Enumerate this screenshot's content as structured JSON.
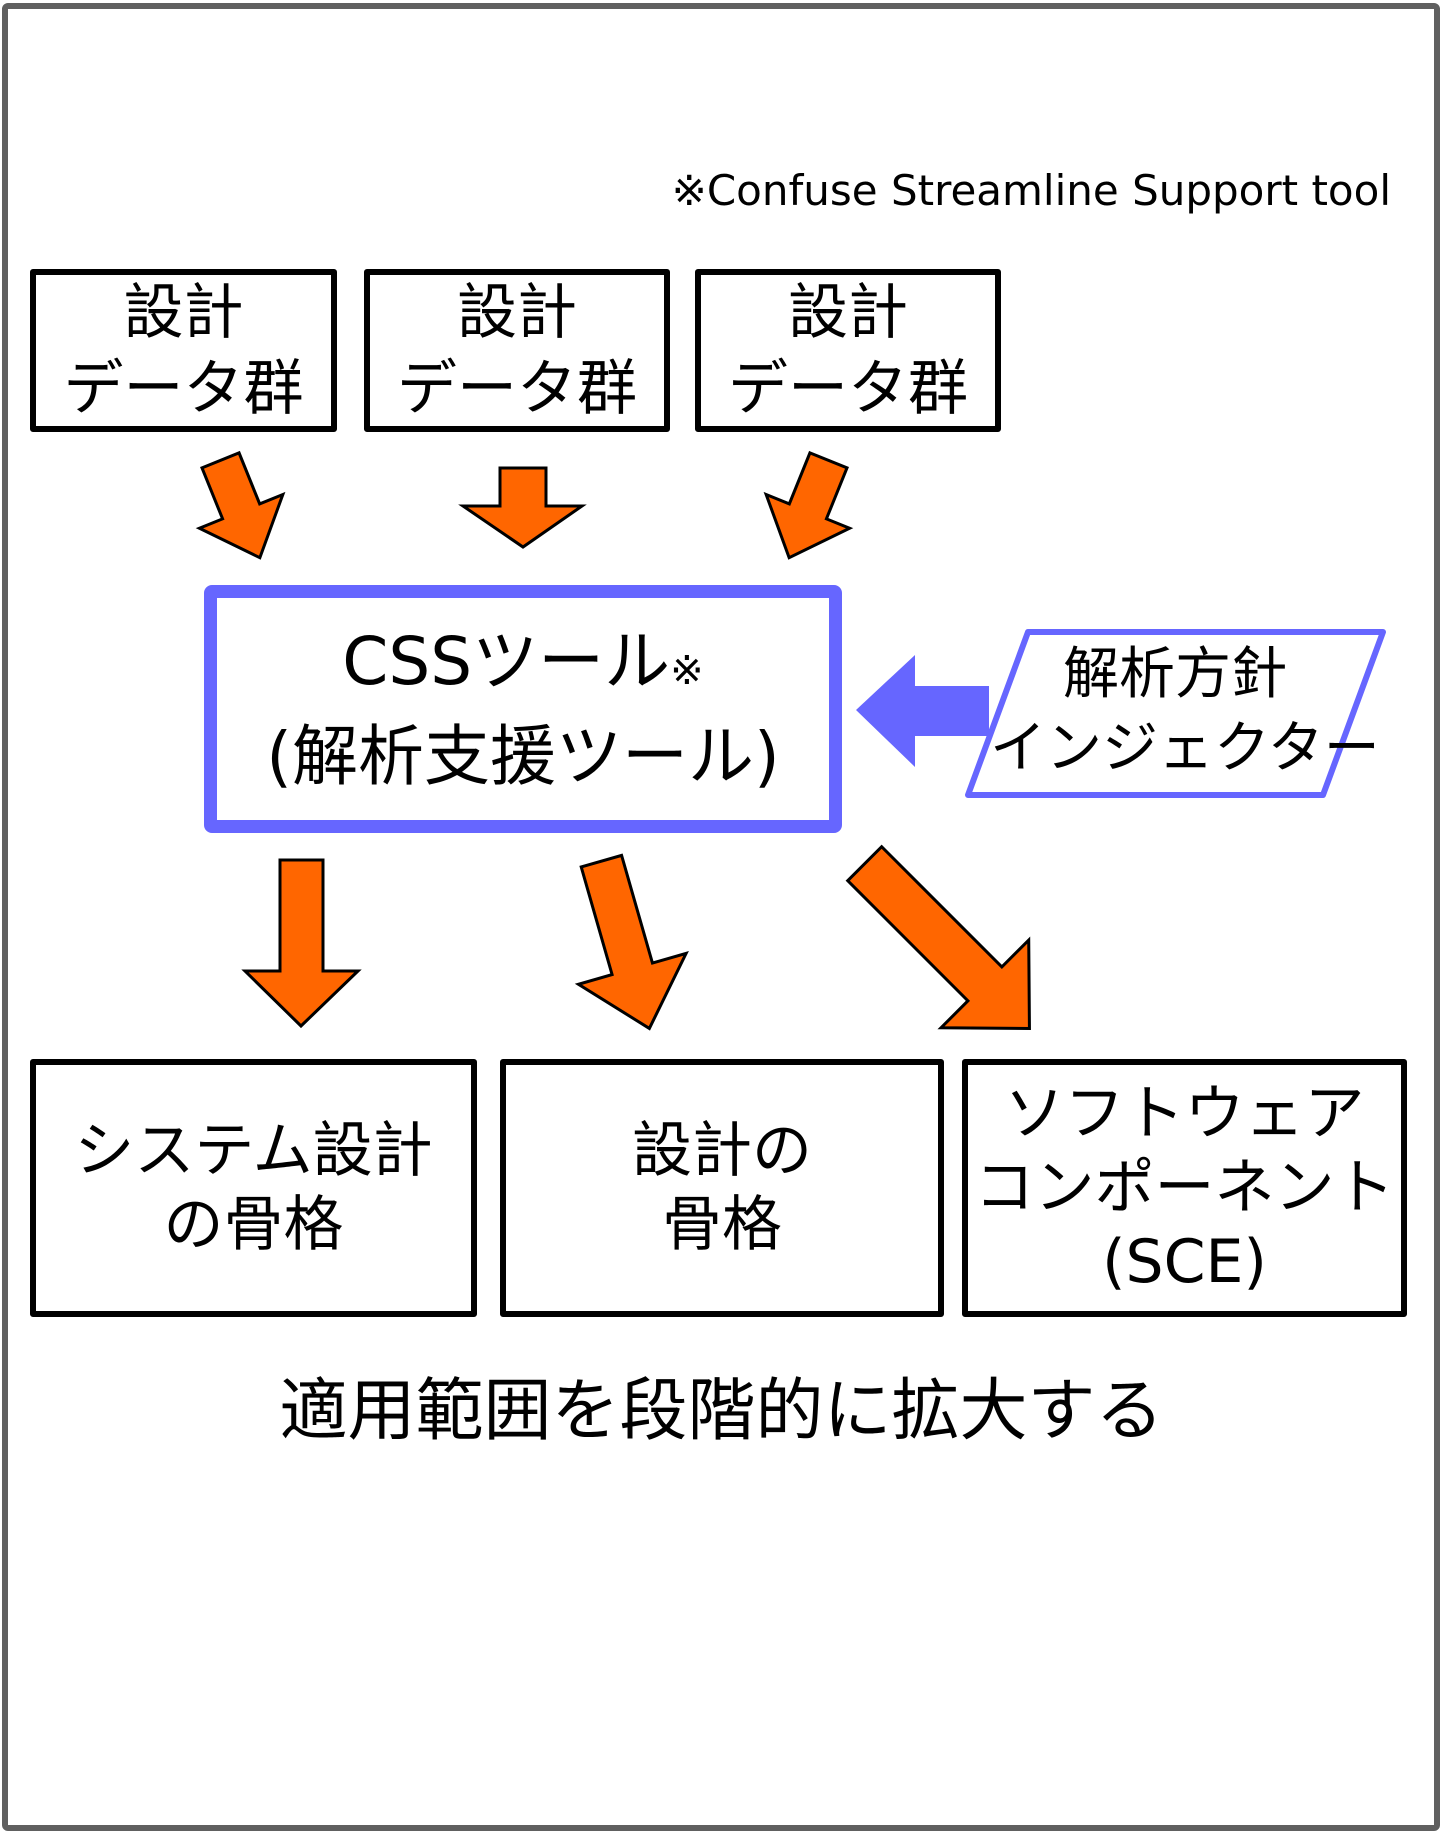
{
  "footnote": "※Confuse Streamline Support tool",
  "inputs": [
    {
      "line1": "設計",
      "line2": "データ群"
    },
    {
      "line1": "設計",
      "line2": "データ群"
    },
    {
      "line1": "設計",
      "line2": "データ群"
    }
  ],
  "tool": {
    "line1": "CSSツール",
    "mark": "※",
    "line2": "(解析支援ツール)"
  },
  "injector": {
    "line1": "解析方針",
    "line2": "インジェクター"
  },
  "outputs": [
    {
      "lines": [
        "システム設計",
        "の骨格"
      ]
    },
    {
      "lines": [
        "設計の",
        "骨格"
      ]
    },
    {
      "lines": [
        "ソフトウェア",
        "コンポーネント",
        "(SCE)"
      ]
    }
  ],
  "conclusion": "適用範囲を段階的に拡大する",
  "colors": {
    "arrow_fill": "#ff6600",
    "tool_border": "#6666ff",
    "frame": "#606060"
  }
}
